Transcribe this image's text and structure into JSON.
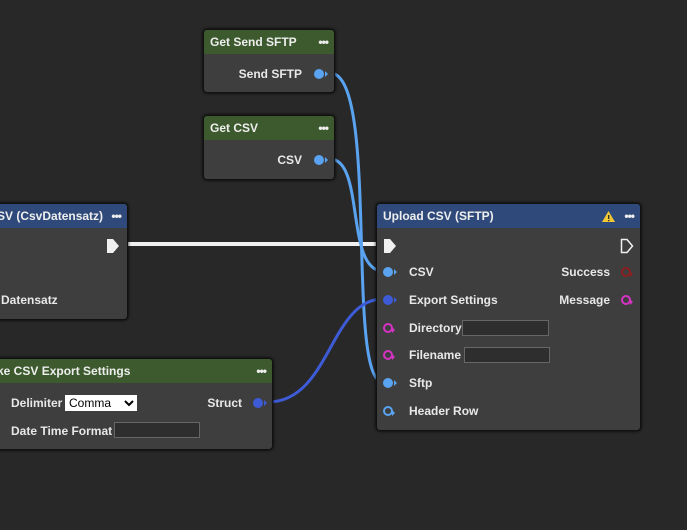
{
  "nodes": {
    "get_send_sftp": {
      "title": "Get Send SFTP",
      "pin": "Send SFTP"
    },
    "get_csv": {
      "title": "Get CSV",
      "pin": "CSV"
    },
    "csv_datensatz": {
      "title": "SV (CsvDatensatz)",
      "pin": "Datensatz"
    },
    "make_settings": {
      "title": "ke CSV Export Settings",
      "delimiter_label": "Delimiter",
      "delimiter_value": "Comma",
      "datetime_label": "Date Time Format",
      "struct": "Struct"
    },
    "upload": {
      "title": "Upload CSV (SFTP)",
      "inputs": [
        "CSV",
        "Export Settings",
        "Directory",
        "Filename",
        "Sftp",
        "Header Row"
      ],
      "outputs": [
        "Success",
        "Message"
      ]
    }
  },
  "menu_icon": "•••",
  "colors": {
    "struct_blue": "#3d5bd6",
    "object_blue": "#5aa3f0",
    "string_pink": "#d633c4",
    "error_red": "#8b2020",
    "header_green": "#3c5a2d",
    "header_blue": "#2f4a7a"
  }
}
